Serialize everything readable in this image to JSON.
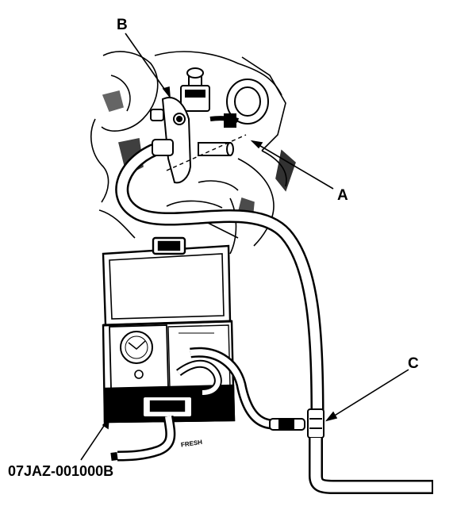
{
  "callouts": {
    "b": "B",
    "a": "A",
    "c": "C",
    "tool_number": "07JAZ-001000B"
  },
  "hose_print": "FRESH",
  "colors": {
    "ink": "#000000",
    "paper": "#ffffff"
  }
}
